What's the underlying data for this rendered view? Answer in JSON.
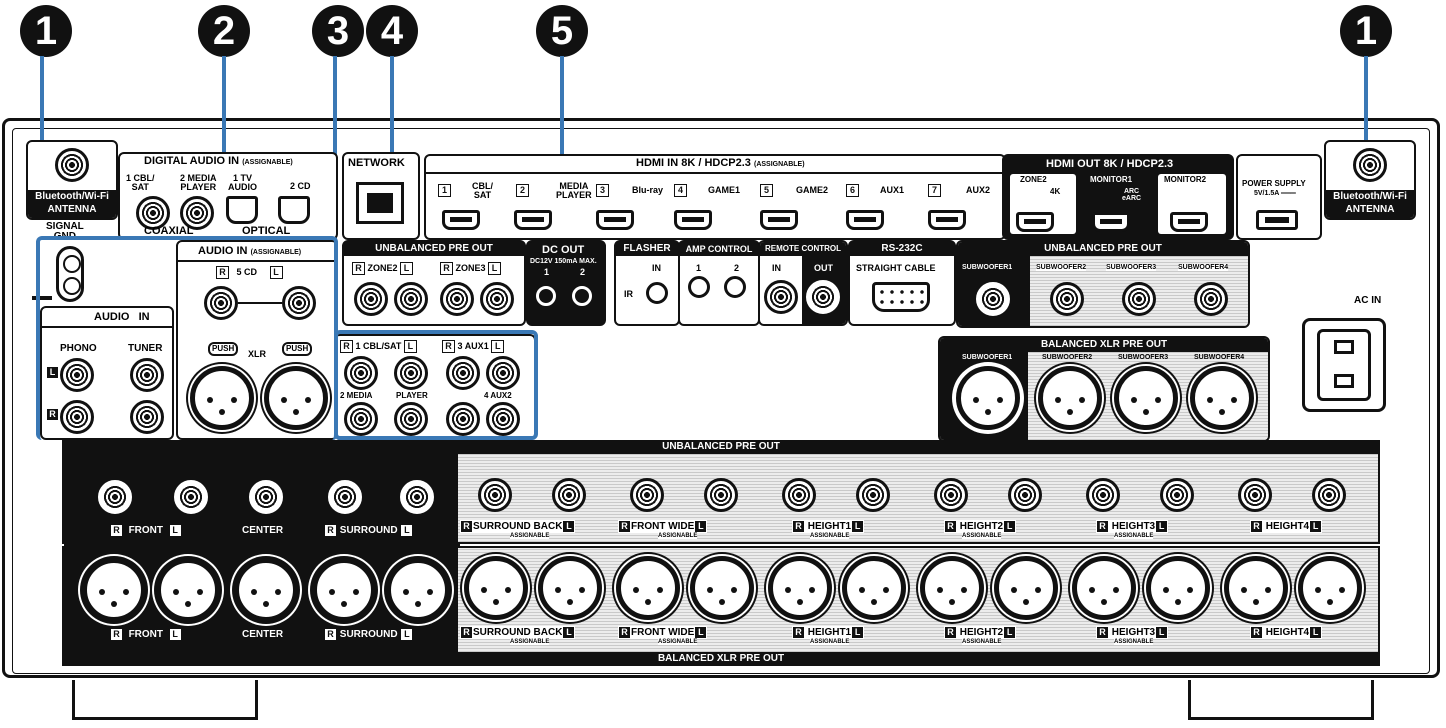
{
  "callouts": [
    "1",
    "2",
    "3",
    "4",
    "5",
    "1"
  ],
  "antenna": {
    "label_line1": "Bluetooth/Wi-Fi",
    "label_line2": "ANTENNA"
  },
  "digital_audio": {
    "header": "DIGITAL AUDIO IN",
    "assignable": "(ASSIGNABLE)",
    "ch1": "1 CBL/\nSAT",
    "ch2": "2 MEDIA\nPLAYER",
    "ch3": "1 TV\nAUDIO",
    "ch4": "2 CD",
    "coaxial": "COAXIAL",
    "optical": "OPTICAL"
  },
  "signal_gnd": "SIGNAL\nGND",
  "network": "NETWORK",
  "hdmi_in": {
    "header": "HDMI IN 8K / HDCP2.3",
    "assignable": "(ASSIGNABLE)",
    "ports": [
      {
        "num": "1",
        "label": "CBL/\nSAT"
      },
      {
        "num": "2",
        "label": "MEDIA\nPLAYER"
      },
      {
        "num": "3",
        "label": "Blu-ray"
      },
      {
        "num": "4",
        "label": "GAME1"
      },
      {
        "num": "5",
        "label": "GAME2"
      },
      {
        "num": "6",
        "label": "AUX1"
      },
      {
        "num": "7",
        "label": "AUX2"
      }
    ]
  },
  "hdmi_out": {
    "header": "HDMI OUT 8K / HDCP2.3",
    "zone2": "ZONE2",
    "zone2_sub": "4K",
    "monitor1": "MONITOR1",
    "monitor1_sub": "ARC\neARC",
    "monitor2": "MONITOR2"
  },
  "power_supply": {
    "label": "POWER SUPPLY",
    "rating": "5V/1.5A ═══"
  },
  "unbal_pre_out_zone": {
    "header": "UNBALANCED PRE OUT",
    "zone2": "ZONE2",
    "zone3": "ZONE3"
  },
  "dc_out": {
    "header": "DC OUT",
    "spec": "DC12V 150mA MAX.",
    "ch1": "1",
    "ch2": "2"
  },
  "flasher": {
    "header": "FLASHER",
    "in": "IN",
    "ir": "IR"
  },
  "amp_control": {
    "header": "AMP CONTROL",
    "ch1": "1",
    "ch2": "2"
  },
  "remote_control": {
    "header": "REMOTE CONTROL",
    "in": "IN",
    "out": "OUT"
  },
  "rs232c": {
    "header": "RS-232C",
    "sub": "STRAIGHT CABLE"
  },
  "unbal_pre_out_sub": {
    "header": "UNBALANCED PRE OUT",
    "subs": [
      "SUBWOOFER1",
      "SUBWOOFER2",
      "SUBWOOFER3",
      "SUBWOOFER4"
    ]
  },
  "ac_in": "AC IN",
  "audio_in": {
    "header": "AUDIO IN",
    "assignable": "(ASSIGNABLE)",
    "cd": "5 CD",
    "xlr": "XLR",
    "push": "PUSH",
    "cbl_sat": "1 CBL/SAT",
    "aux1": "3 AUX1",
    "media": "2 MEDIA",
    "player": "PLAYER",
    "aux2": "4 AUX2"
  },
  "audio_in_fixed": {
    "header": "AUDIO   IN",
    "phono": "PHONO",
    "tuner": "TUNER"
  },
  "bal_xlr_sub": {
    "header": "BALANCED XLR PRE OUT",
    "subs": [
      "SUBWOOFER1",
      "SUBWOOFER2",
      "SUBWOOFER3",
      "SUBWOOFER4"
    ]
  },
  "rl": {
    "r": "R",
    "l": "L"
  },
  "unbal_main": {
    "header": "UNBALANCED PRE OUT",
    "front": "FRONT",
    "center": "CENTER",
    "surround": "SURROUND",
    "assignable": [
      {
        "label": "SURROUND BACK",
        "sub": "ASSIGNABLE"
      },
      {
        "label": "FRONT WIDE",
        "sub": "ASSIGNABLE"
      },
      {
        "label": "HEIGHT1",
        "sub": "ASSIGNABLE"
      },
      {
        "label": "HEIGHT2",
        "sub": "ASSIGNABLE"
      },
      {
        "label": "HEIGHT3",
        "sub": "ASSIGNABLE"
      },
      {
        "label": "HEIGHT4",
        "sub": ""
      }
    ]
  },
  "bal_main": {
    "footer": "BALANCED XLR PRE OUT"
  }
}
